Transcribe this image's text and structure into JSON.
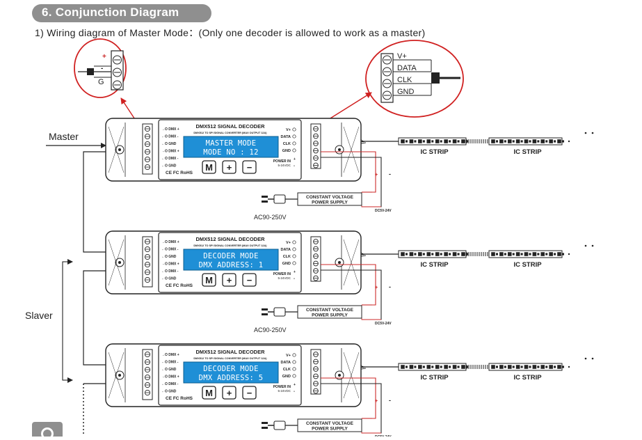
{
  "section_title": "6. Conjunction Diagram",
  "subtitle": "1) Wiring diagram of Master Mode：(Only one decoder is allowed to work as a master)",
  "roles": {
    "master": "Master",
    "slaver": "Slaver"
  },
  "zoom_left": {
    "plus": "+",
    "minus": "-",
    "ground": "G"
  },
  "zoom_right": {
    "vplus": "V+",
    "data": "DATA",
    "clk": "CLK",
    "gnd": "GND"
  },
  "decoders": [
    {
      "title": "DMX512 SIGNAL DECODER",
      "subtitle": "DMX512 TO SPI SIGNAL CONVERTER  (MAX OUTPUT 12A)",
      "lcd_line1": "MASTER MODE",
      "lcd_line2": "MODE NO   :   12"
    },
    {
      "title": "DMX512 SIGNAL DECODER",
      "subtitle": "DMX512 TO SPI SIGNAL CONVERTER  (MAX OUTPUT 12A)",
      "lcd_line1": "DECODER MODE",
      "lcd_line2": "DMX ADDRESS:   1"
    },
    {
      "title": "DMX512 SIGNAL DECODER",
      "subtitle": "DMX512 TO SPI SIGNAL CONVERTER  (MAX OUTPUT 12A)",
      "lcd_line1": "DECODER MODE",
      "lcd_line2": "DMX ADDRESS:   5"
    }
  ],
  "dmx_terminals": [
    "DMX +",
    "DMX -",
    "GND",
    "DMX +",
    "DMX -",
    "GND"
  ],
  "output_terminals": [
    "V+",
    "DATA",
    "CLK",
    "GND"
  ],
  "power_in": {
    "label": "POWER IN",
    "voltage": "5-24VDC"
  },
  "buttons": [
    "M",
    "+",
    "−"
  ],
  "cert": "CE FC RoHS",
  "strip_label": "IC STRIP",
  "power_supply": {
    "line1": "CONSTANT VOLTAGE",
    "line2": "POWER SUPPLY"
  },
  "dc_label": "DC5V-24V",
  "ac_label": "AC90-250V",
  "polarity": {
    "plus": "+",
    "minus": "-"
  },
  "colors": {
    "lcd": "#1f8fd6",
    "red_wire": "#cc2a2a",
    "tab": "#8f8f8f"
  }
}
